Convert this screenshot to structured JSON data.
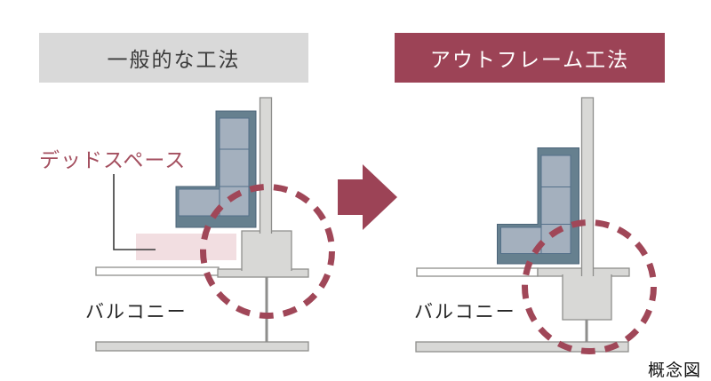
{
  "left_panel": {
    "title": "一般的な工法",
    "dead_space_label": "デッドスペース",
    "balcony_label": "バルコニー"
  },
  "right_panel": {
    "title": "アウトフレーム工法",
    "balcony_label": "バルコニー"
  },
  "footnote": "概念図",
  "colors": {
    "accent": "#9c4356",
    "accent_circle": "#a04758",
    "dead_space_fill": "#f2dee1",
    "header_gray_bg": "#d9d9d9",
    "header_text_dark": "#3a3a3a",
    "header_text_light": "#ffffff",
    "sofa_dark": "#66808f",
    "sofa_light": "#a4b0be",
    "structure_fill": "#d8d8d6",
    "structure_border": "#8e8e8c",
    "leader_line": "#3a3a3a"
  }
}
